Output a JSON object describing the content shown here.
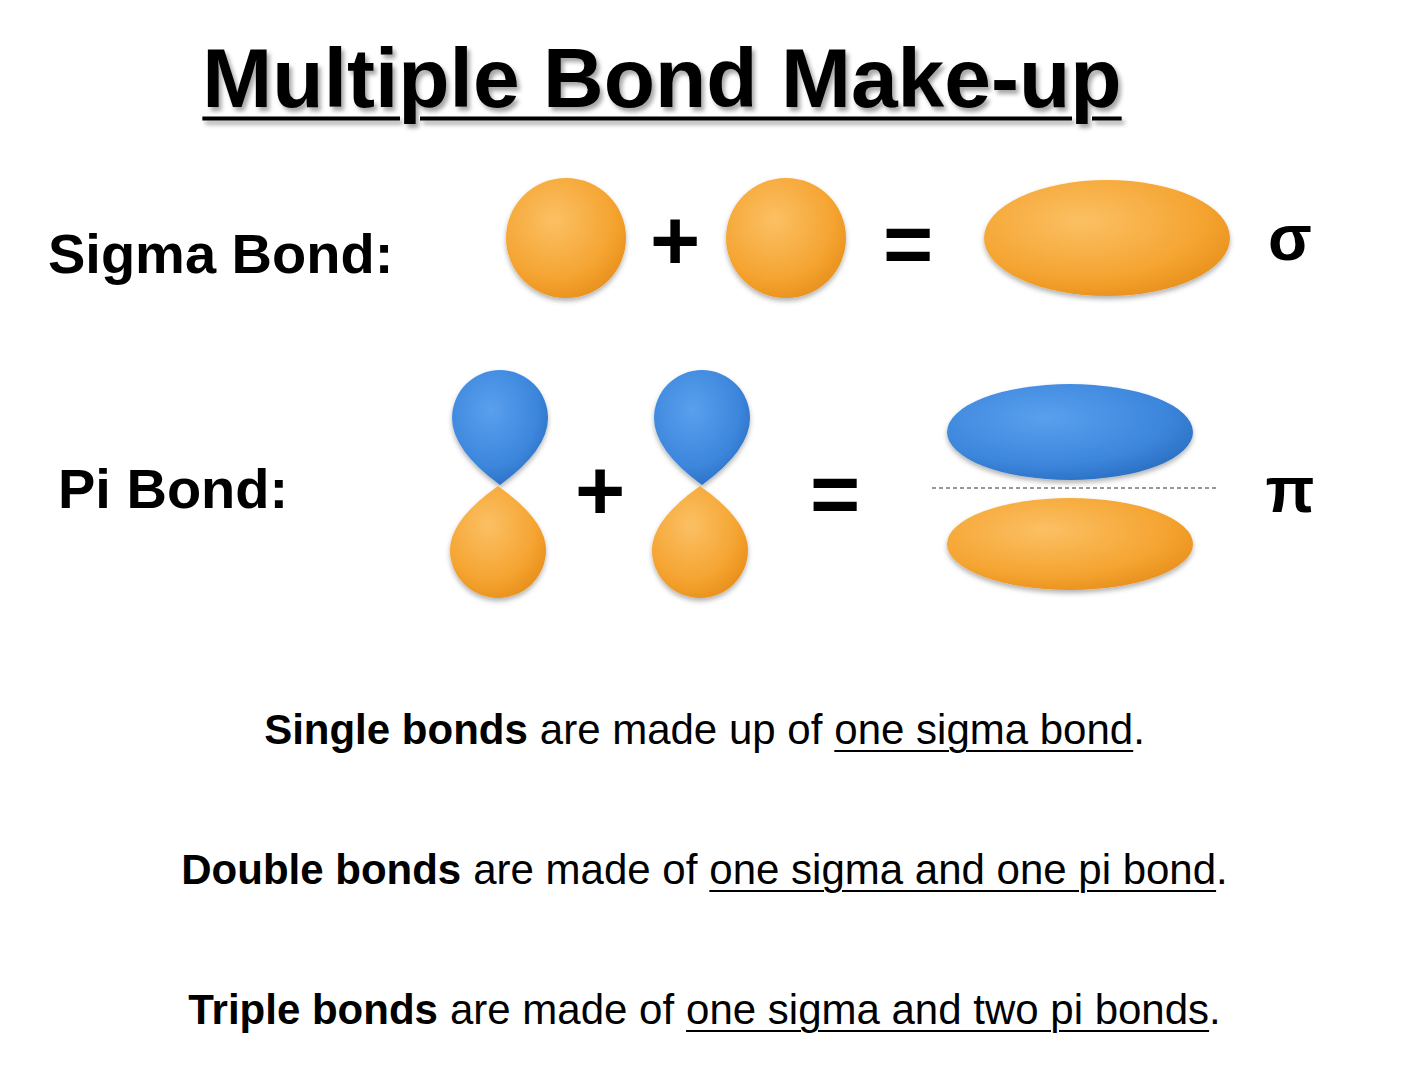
{
  "diagram": {
    "title": "Multiple Bond Make-up",
    "labels": [
      "Sigma Bond:",
      "+",
      "=",
      "σ",
      "Pi Bond:",
      "+",
      "=",
      "π",
      "Single bonds",
      "are made up of",
      "one sigma bond",
      ".",
      "Double bonds",
      "are made of",
      "one sigma and one pi bond",
      ".",
      "Triple bonds",
      "are made of",
      "one sigma and two pi bonds",
      "."
    ]
  }
}
